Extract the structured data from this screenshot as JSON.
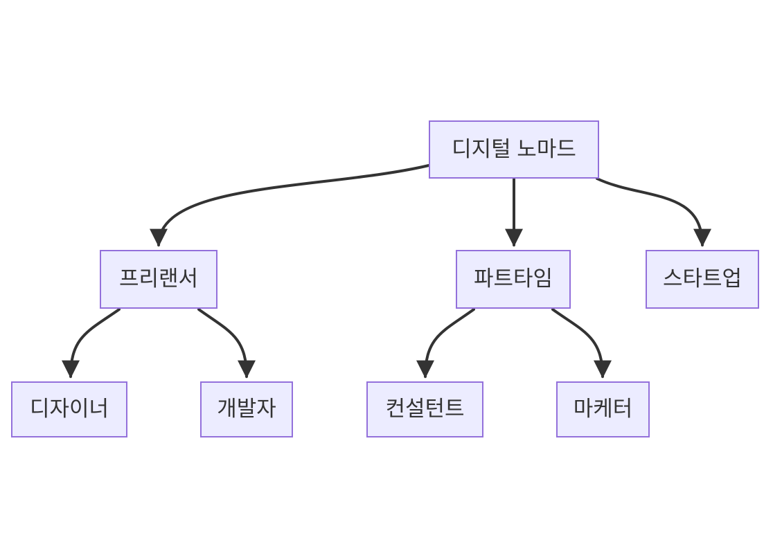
{
  "diagram": {
    "type": "flowchart",
    "direction": "top-down",
    "background_color": "#ffffff",
    "node_fill_color": "#ECECFF",
    "node_border_color": "#9370DB",
    "edge_color": "#333333",
    "text_color": "#333333",
    "nodes": [
      {
        "id": "digital-nomad",
        "label": "디지털 노마드"
      },
      {
        "id": "freelancer",
        "label": "프리랜서"
      },
      {
        "id": "part-time",
        "label": "파트타임"
      },
      {
        "id": "startup",
        "label": "스타트업"
      },
      {
        "id": "designer",
        "label": "디자이너"
      },
      {
        "id": "developer",
        "label": "개발자"
      },
      {
        "id": "consultant",
        "label": "컨설턴트"
      },
      {
        "id": "marketer",
        "label": "마케터"
      }
    ],
    "edges": [
      {
        "from": "디지털 노마드",
        "to": "프리랜서"
      },
      {
        "from": "디지털 노마드",
        "to": "파트타임"
      },
      {
        "from": "디지털 노마드",
        "to": "스타트업"
      },
      {
        "from": "프리랜서",
        "to": "디자이너"
      },
      {
        "from": "프리랜서",
        "to": "개발자"
      },
      {
        "from": "파트타임",
        "to": "컨설턴트"
      },
      {
        "from": "파트타임",
        "to": "마케터"
      }
    ]
  }
}
